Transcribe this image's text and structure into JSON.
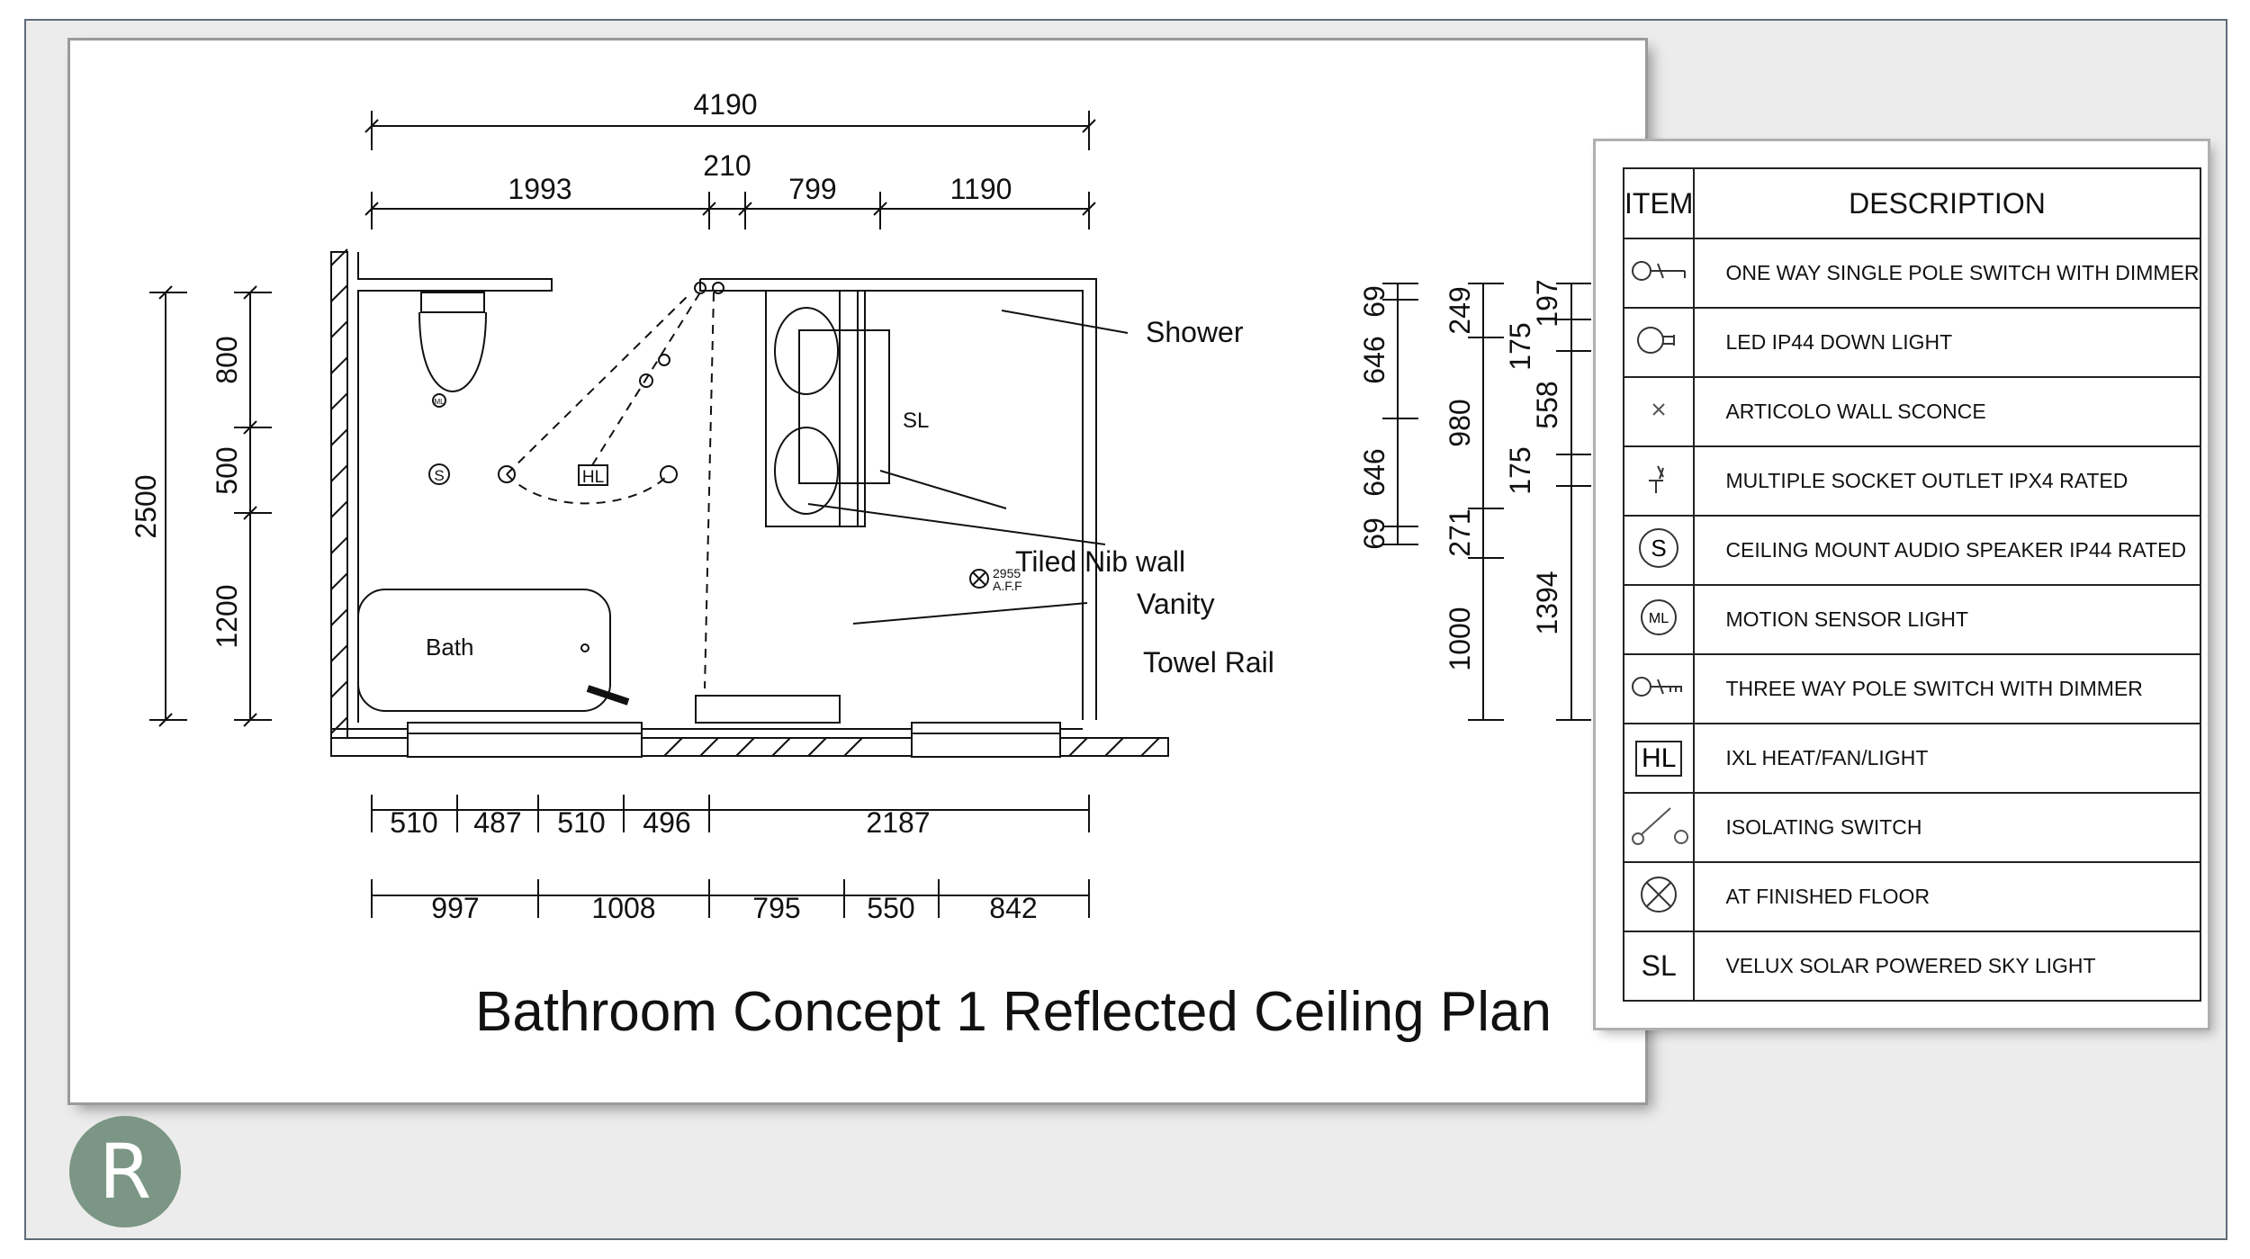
{
  "plan": {
    "title": "Bathroom Concept 1 Reflected Ceiling Plan",
    "labels": {
      "shower": "Shower",
      "tiled_nib_wall": "Tiled Nib wall",
      "vanity": "Vanity",
      "towel_rail": "Towel Rail",
      "bath": "Bath",
      "skylight": "SL",
      "heat_fan_light": "HL",
      "speaker": "S",
      "motion_light": "ML",
      "aff_height": "2955",
      "aff_unit": "A.F.F"
    },
    "dimensions": {
      "top_overall": "4190",
      "top_segments": [
        "1993",
        "210",
        "799",
        "1190"
      ],
      "left_overall": "2500",
      "left_segments": [
        "800",
        "500",
        "1200"
      ],
      "bottom_row1": [
        "510",
        "487",
        "510",
        "496",
        "2187"
      ],
      "bottom_row2": [
        "997",
        "1008",
        "795",
        "550",
        "842"
      ],
      "right_col1": [
        "69",
        "646",
        "646",
        "69"
      ],
      "right_col2": [
        "249",
        "980",
        "271",
        "1000"
      ],
      "right_col3": [
        "197",
        "175",
        "558",
        "175",
        "1394"
      ]
    }
  },
  "legend": {
    "header_item": "ITEM",
    "header_description": "DESCRIPTION",
    "rows": [
      {
        "icon": "one-way-switch-icon",
        "description": "ONE WAY SINGLE POLE SWITCH WITH DIMMER"
      },
      {
        "icon": "led-downlight-icon",
        "description": "LED IP44 DOWN LIGHT"
      },
      {
        "icon": "wall-sconce-icon",
        "description": "ARTICOLO WALL SCONCE"
      },
      {
        "icon": "socket-outlet-icon",
        "description": "MULTIPLE SOCKET OUTLET IPX4 RATED"
      },
      {
        "icon": "audio-speaker-icon",
        "symbol": "S",
        "description": "CEILING MOUNT AUDIO SPEAKER IP44 RATED"
      },
      {
        "icon": "motion-sensor-icon",
        "symbol": "ML",
        "description": "MOTION SENSOR LIGHT"
      },
      {
        "icon": "three-way-switch-icon",
        "description": "THREE WAY POLE SWITCH WITH DIMMER"
      },
      {
        "icon": "heat-fan-light-icon",
        "symbol": "HL",
        "description": "IXL HEAT/FAN/LIGHT"
      },
      {
        "icon": "isolating-switch-icon",
        "description": "ISOLATING SWITCH"
      },
      {
        "icon": "finished-floor-icon",
        "description": "AT FINISHED FLOOR"
      },
      {
        "icon": "skylight-icon",
        "symbol": "SL",
        "description": "VELUX SOLAR POWERED SKY LIGHT"
      }
    ]
  },
  "logo": {
    "letter": "R",
    "color": "#7b9684"
  }
}
